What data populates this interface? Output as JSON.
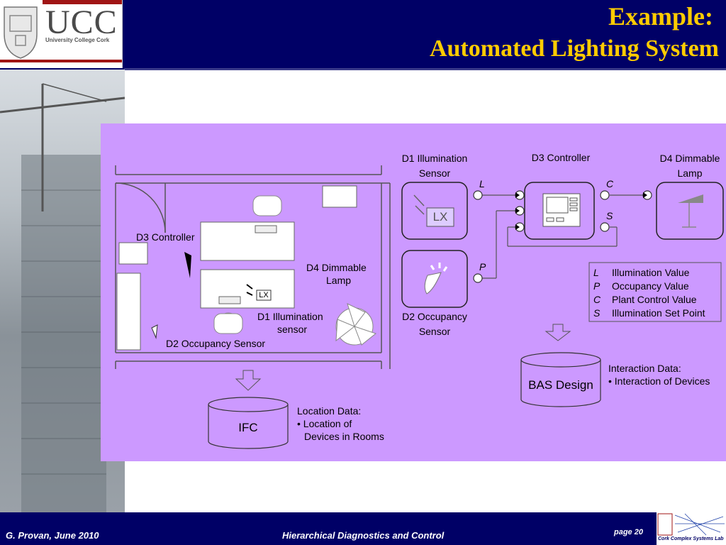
{
  "header": {
    "logo_text": "UCC",
    "logo_subtitle": "University College Cork",
    "title_line1": "Example:",
    "title_line2": "Automated Lighting System"
  },
  "floorplan": {
    "controller_label": "D3  Controller",
    "lamp_label_line1": "D4  Dimmable",
    "lamp_label_line2": "Lamp",
    "sensor_label_line1": "D1  Illumination",
    "sensor_label_line2": "sensor",
    "occupancy_label": "D2  Occupancy Sensor",
    "lx_tag": "LX"
  },
  "devices": {
    "d1_line1": "D1 Illumination",
    "d1_line2": "Sensor",
    "d1_display": "LX",
    "d2_line1": "D2 Occupancy",
    "d2_line2": "Sensor",
    "d3": "D3 Controller",
    "d4_line1": "D4 Dimmable",
    "d4_line2": "Lamp"
  },
  "ports": {
    "L": "L",
    "C": "C",
    "S": "S",
    "P": "P"
  },
  "legend": [
    {
      "sym": "L",
      "desc": "Illumination Value"
    },
    {
      "sym": "P",
      "desc": "Occupancy Value"
    },
    {
      "sym": "C",
      "desc": "Plant Control Value"
    },
    {
      "sym": "S",
      "desc": "Illumination Set Point"
    }
  ],
  "databases": {
    "bas": "BAS Design",
    "ifc": "IFC",
    "interaction_line1": "Interaction Data:",
    "interaction_line2": "• Interaction of Devices",
    "location_line1": "Location Data:",
    "location_line2": "• Location of",
    "location_line3": "Devices in Rooms"
  },
  "footer": {
    "author": "G. Provan, June 2010",
    "course": "Hierarchical Diagnostics and Control",
    "page": "page 20",
    "lab": "Cork Complex Systems Lab"
  }
}
